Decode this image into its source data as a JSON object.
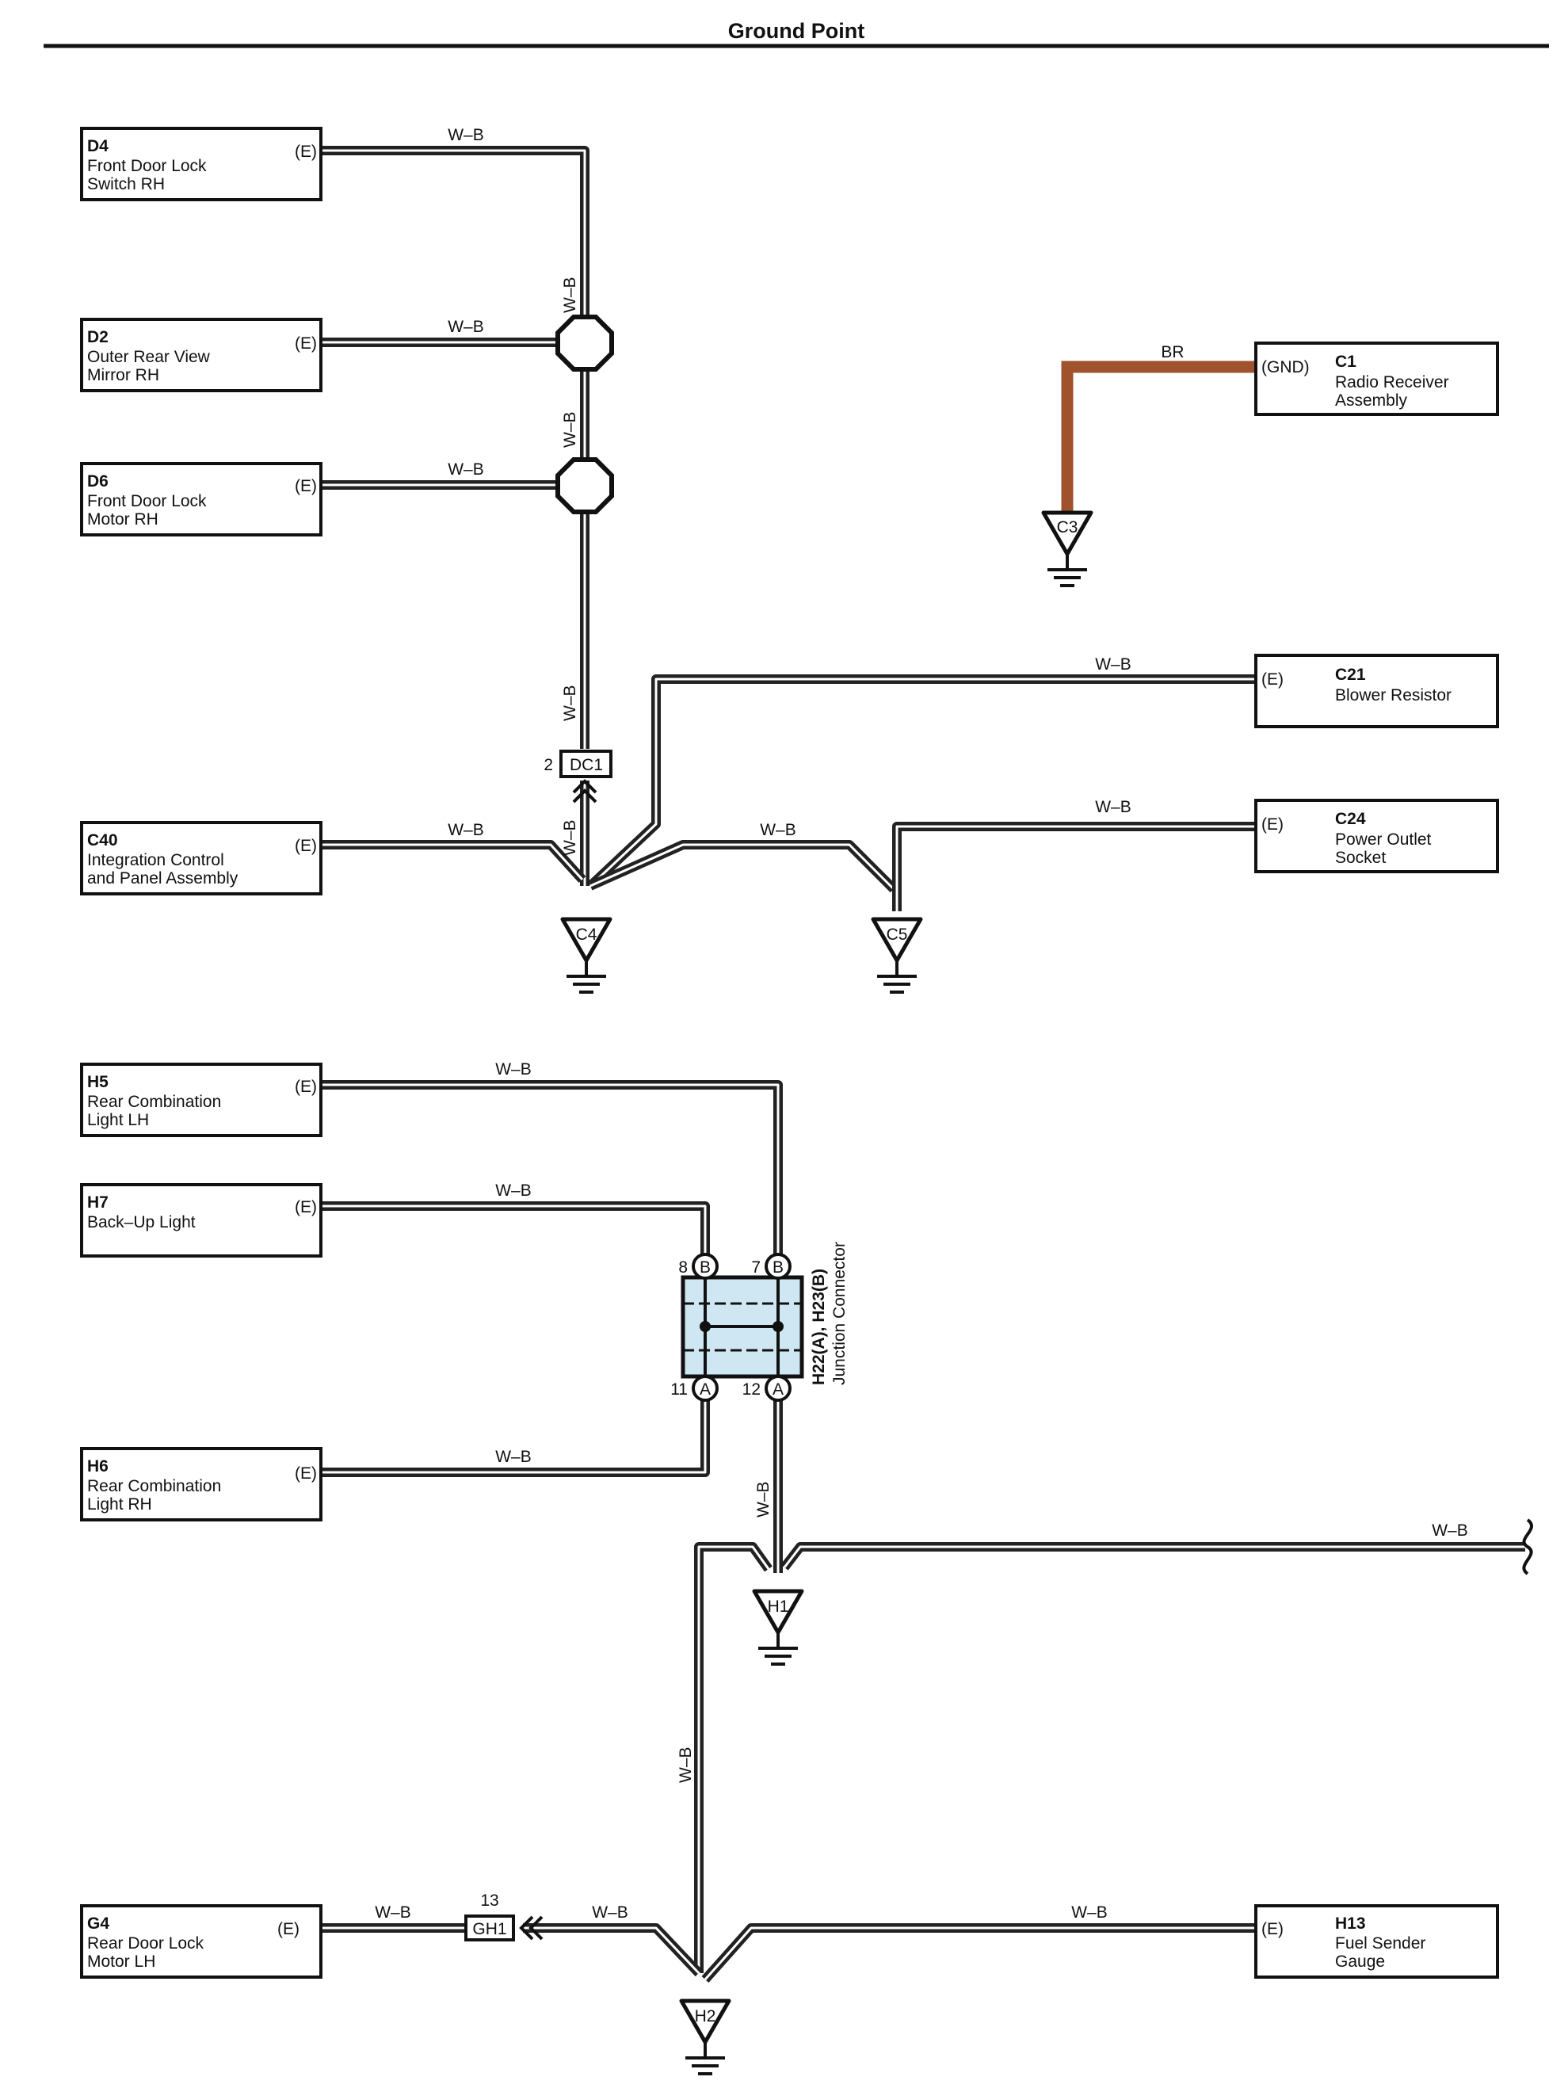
{
  "title": "Ground Point",
  "colors": {
    "wire_wb": "#111111",
    "wire_br": "#a0522d",
    "junction_fill": "#cfe6f3"
  },
  "components": {
    "d4": {
      "id": "D4",
      "name_line1": "Front Door Lock",
      "name_line2": "Switch RH",
      "pin": "(E)"
    },
    "d2": {
      "id": "D2",
      "name_line1": "Outer Rear View",
      "name_line2": "Mirror RH",
      "pin": "(E)"
    },
    "d6": {
      "id": "D6",
      "name_line1": "Front Door Lock",
      "name_line2": "Motor RH",
      "pin": "(E)"
    },
    "c40": {
      "id": "C40",
      "name_line1": "Integration Control",
      "name_line2": "and Panel Assembly",
      "pin": "(E)"
    },
    "c1": {
      "id": "C1",
      "name_line1": "Radio Receiver",
      "name_line2": "Assembly",
      "pin": "(GND)"
    },
    "c21": {
      "id": "C21",
      "name_line1": "Blower Resistor",
      "pin": "(E)"
    },
    "c24": {
      "id": "C24",
      "name_line1": "Power Outlet",
      "name_line2": "Socket",
      "pin": "(E)"
    },
    "h5": {
      "id": "H5",
      "name_line1": "Rear Combination",
      "name_line2": "Light LH",
      "pin": "(E)"
    },
    "h7": {
      "id": "H7",
      "name_line1": "Back–Up Light",
      "pin": "(E)"
    },
    "h6": {
      "id": "H6",
      "name_line1": "Rear Combination",
      "name_line2": "Light RH",
      "pin": "(E)"
    },
    "g4": {
      "id": "G4",
      "name_line1": "Rear Door Lock",
      "name_line2": "Motor LH",
      "pin": "(E)"
    },
    "h13": {
      "id": "H13",
      "name_line1": "Fuel Sender",
      "name_line2": "Gauge",
      "pin": "(E)"
    }
  },
  "wire_labels": {
    "wb": "W–B",
    "br": "BR"
  },
  "grounds": {
    "c3": "C3",
    "c4": "C4",
    "c5": "C5",
    "h1": "H1",
    "h2": "H2"
  },
  "connectors": {
    "dc1": {
      "label": "DC1",
      "pin": "2"
    },
    "gh1": {
      "label": "GH1",
      "pin": "13"
    }
  },
  "junction": {
    "title": "H22(A), H23(B)",
    "subtitle": "Junction Connector",
    "top_left": {
      "pin": "8",
      "letter": "B"
    },
    "top_right": {
      "pin": "7",
      "letter": "B"
    },
    "bot_left": {
      "pin": "11",
      "letter": "A"
    },
    "bot_right": {
      "pin": "12",
      "letter": "A"
    }
  }
}
